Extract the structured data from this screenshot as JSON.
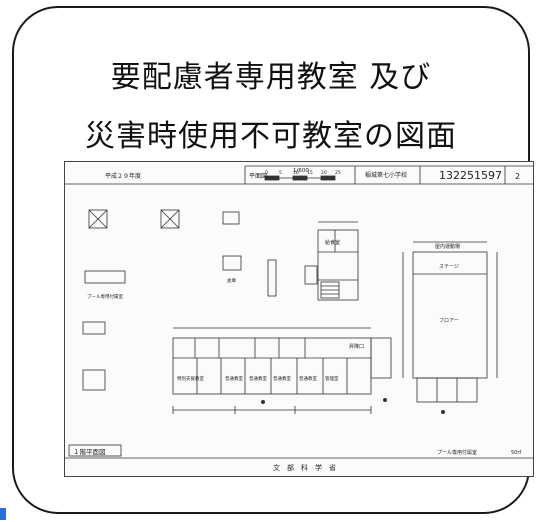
{
  "card": {
    "title_line1": "要配慮者専用教室 及び",
    "title_line2": "災害時使用不可教室の図面"
  },
  "drawing": {
    "year": "平成２９年度",
    "plan_label": "平面図",
    "scale": "1/600",
    "scale_ticks": [
      "0",
      "5",
      "10",
      "15",
      "20",
      "25"
    ],
    "school": "稲城第七小学校",
    "code": "132251597",
    "sheet_no": "2",
    "floor_label": "１階平面図",
    "ministry": "文　部　科　学　省",
    "note_right": "プール専用付属室",
    "note_far": "50rf",
    "rooms": {
      "kitchen": "給食室",
      "gym": "屋内運動場",
      "stage": "ステージ",
      "floor": "フロアー",
      "entrance": "昇降口",
      "pool_hall": "プール専用付属室",
      "storage": "倉庫",
      "general": [
        "普通教室",
        "普通教室",
        "普通教室",
        "普通教室"
      ],
      "special": "特別支援教室",
      "admin": "管理室"
    }
  }
}
